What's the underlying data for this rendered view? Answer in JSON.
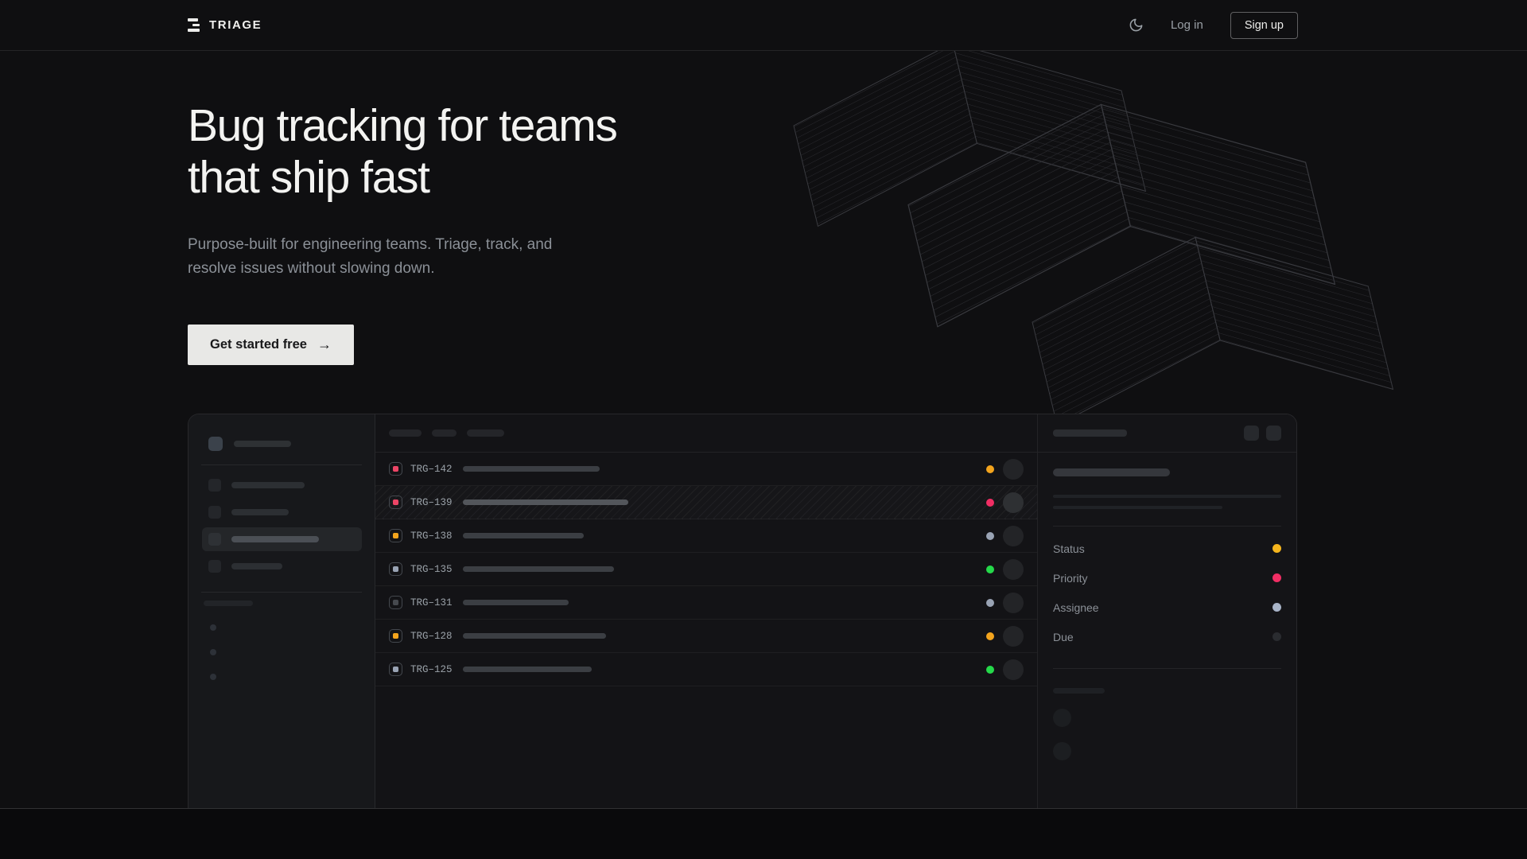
{
  "brand": {
    "name": "TRIAGE",
    "logo_icon": "triage-bars-icon"
  },
  "nav": {
    "theme_icon": "moon-icon",
    "login_label": "Log in",
    "signup_label": "Sign up"
  },
  "hero": {
    "title_line1": "Bug tracking for teams",
    "title_line2": "that ship fast",
    "subtitle_line1": "Purpose-built for engineering teams. Triage, track, and",
    "subtitle_line2": "resolve issues without slowing down.",
    "cta_label": "Get started free",
    "cta_arrow": "→"
  },
  "app_preview": {
    "issues": [
      {
        "id": "TRG–142",
        "icon_color": "#ec4566",
        "status_color": "#f3a41d",
        "title_w": 172,
        "hatched": false
      },
      {
        "id": "TRG–139",
        "icon_color": "#ec4566",
        "status_color": "#f12e64",
        "title_w": 208,
        "hatched": true
      },
      {
        "id": "TRG–138",
        "icon_color": "#f3a41d",
        "status_color": "#99a3b4",
        "title_w": 152,
        "hatched": false
      },
      {
        "id": "TRG–135",
        "icon_color": "#99a3b4",
        "status_color": "#25d94a",
        "title_w": 190,
        "hatched": false
      },
      {
        "id": "TRG–131",
        "icon_color": "#46494e",
        "status_color": "#99a3b4",
        "title_w": 133,
        "hatched": false
      },
      {
        "id": "TRG–128",
        "icon_color": "#f3a41d",
        "status_color": "#f3a41d",
        "title_w": 180,
        "hatched": false
      },
      {
        "id": "TRG–125",
        "icon_color": "#99a3b4",
        "status_color": "#25d94a",
        "title_w": 162,
        "hatched": false
      }
    ],
    "detail_fields": [
      {
        "label": "Status",
        "dot_color": "#f5b51d"
      },
      {
        "label": "Priority",
        "dot_color": "#f12e64"
      },
      {
        "label": "Assignee",
        "dot_color": "#a9b4c8"
      },
      {
        "label": "Due",
        "dot_color": "#2a2c30"
      }
    ]
  },
  "colors": {
    "background": "#0f0f11",
    "footer_band": "#0a0a0c",
    "heading_text": "#f3f3f1",
    "muted_text": "#8b9097",
    "cta_background": "#e8e8e6",
    "amber": "#f3a41d",
    "pink": "#f12e64",
    "green": "#25d94a",
    "blue_gray": "#99a3b4"
  }
}
